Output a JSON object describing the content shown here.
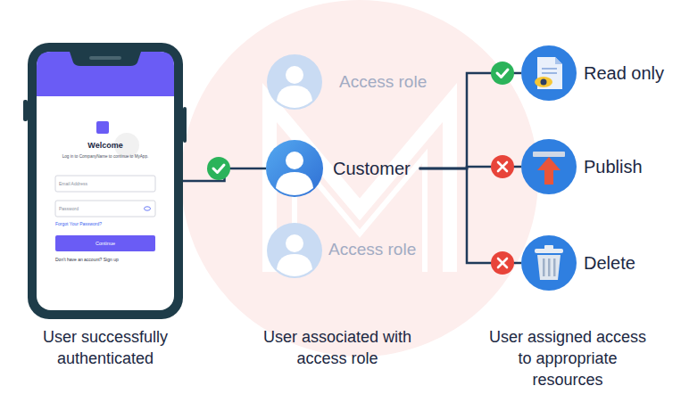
{
  "diagram": {
    "nodes": [
      {
        "text": [
          "Welcome",
          "Log in to CompanyName to continue to MyApp.",
          "Email Address",
          "Password",
          "Forgot Your Password?",
          "Continue",
          "Don't have an account? Sign up",
          "User successfully authenticated"
        ]
      },
      {
        "text": [
          "Access role"
        ]
      },
      {
        "text": [
          "Customer"
        ]
      },
      {
        "text": [
          "Access role"
        ]
      },
      {
        "text": [
          "Read only"
        ]
      },
      {
        "text": [
          "Publish"
        ]
      },
      {
        "text": [
          "Delete"
        ]
      }
    ],
    "edges": [
      {
        "from": 0,
        "to": 2,
        "arrow": "none"
      },
      {
        "from": 2,
        "to": 4,
        "arrow": "none"
      },
      {
        "from": 2,
        "to": 5,
        "arrow": "none"
      },
      {
        "from": 2,
        "to": 6,
        "arrow": "none"
      }
    ],
    "labels": [
      "User associated with access role",
      "User assigned access to appropriate resources"
    ]
  }
}
